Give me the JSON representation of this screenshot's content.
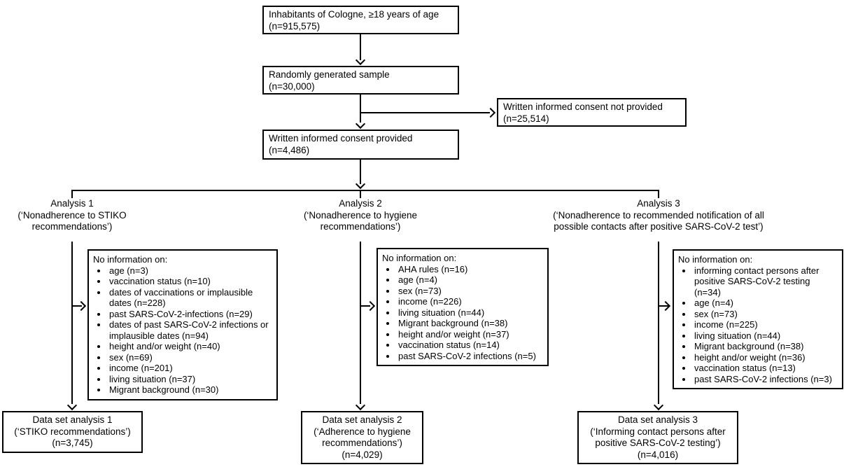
{
  "diagram": {
    "type": "participant-flow-chart",
    "colors": {
      "background": "#ffffff",
      "box_border": "#000000",
      "line": "#000000",
      "text": "#000000"
    }
  },
  "top_flow": {
    "population": "Inhabitants of Cologne, ≥18 years of age\n(n=915,575)",
    "sample": "Randomly generated sample\n(n=30,000)",
    "consent_not_provided": "Written informed consent not provided\n(n=25,514)",
    "consent_provided": "Written informed consent provided\n(n=4,486)"
  },
  "analyses": [
    {
      "label": "Analysis 1\n(‘Nonadherence to STIKO\nrecommendations’)",
      "exclusions_title": "No information on:",
      "exclusions": [
        "age (n=3)",
        "vaccination status (n=10)",
        "dates of vaccinations or implausible dates (n=228)",
        "past SARS-CoV-2-infections (n=29)",
        "dates of past SARS-CoV-2 infections or implausible dates (n=94)",
        "height and/or weight (n=40)",
        "sex (n=69)",
        "income (n=201)",
        "living situation (n=37)",
        "Migrant background (n=30)"
      ],
      "dataset": "Data set analysis 1\n(‘STIKO recommendations’)\n(n=3,745)"
    },
    {
      "label": "Analysis 2\n(‘Nonadherence to hygiene\nrecommendations’)",
      "exclusions_title": "No information on:",
      "exclusions": [
        "AHA rules (n=16)",
        "age (n=4)",
        "sex (n=73)",
        "income (n=226)",
        "living situation (n=44)",
        "Migrant background (n=38)",
        "height and/or weight (n=37)",
        "vaccination status (n=14)",
        "past SARS-CoV-2 infections (n=5)"
      ],
      "dataset": "Data set analysis 2\n(‘Adherence to hygiene\nrecommendations’)\n(n=4,029)"
    },
    {
      "label": "Analysis 3\n(‘Nonadherence to recommended notification of all\npossible contacts after positive SARS-CoV-2 test’)",
      "exclusions_title": "No information on:",
      "exclusions": [
        "informing contact persons after positive SARS-CoV-2 testing (n=34)",
        "age (n=4)",
        "sex (n=73)",
        "income (n=225)",
        "living situation (n=44)",
        "Migrant background (n=38)",
        "height and/or weight (n=36)",
        "vaccination status (n=13)",
        "past SARS-CoV-2 infections (n=3)"
      ],
      "dataset": "Data set analysis 3\n(‘Informing contact persons after\npositive SARS-CoV-2 testing’)\n(n=4,016)"
    }
  ]
}
